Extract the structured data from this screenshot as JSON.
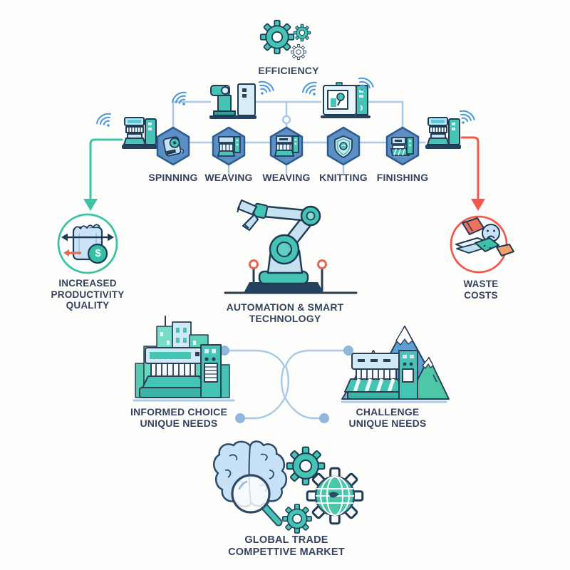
{
  "header": {
    "efficiency_label": "EFFICIENCY"
  },
  "process": {
    "stages": [
      "SPINNING",
      "WEAVING",
      "WEAVING",
      "KNITTING",
      "FINISHING"
    ]
  },
  "outcomes": {
    "positive": {
      "line1": "INCREASED",
      "line2": "PRODUCTIVITY",
      "line3": "QUALITY"
    },
    "negative": {
      "line1": "WASTE",
      "line2": "COSTS"
    }
  },
  "center": {
    "line1": "AUTOMATION & SMART",
    "line2": "TECHNOLOGY"
  },
  "demand": {
    "left": {
      "line1": "INFORMED CHOICE",
      "line2": "UNIQUE NEEDS"
    },
    "right": {
      "line1": "CHALLENGE",
      "line2": "UNIQUE NEEDS"
    }
  },
  "footer": {
    "line1": "GLOBAL TRADE",
    "line2": "COMPETTIVE MARKET"
  },
  "icons": {
    "dollar_symbol": "$",
    "names": [
      "gears-icon",
      "wifi-icon",
      "spinning-roll-icon",
      "weaving-machine-icon",
      "knitting-shield-icon",
      "finishing-machine-icon",
      "factory-machine-icon",
      "fabric-roll-dollar-icon",
      "fabric-waste-sad-face-icon",
      "robot-arm-icon",
      "city-factory-icon",
      "mountain-factory-icon",
      "brain-magnifier-icon",
      "globe-gear-icon"
    ]
  },
  "colors": {
    "teal": "#45c4b4",
    "green_accent": "#3cc3a4",
    "red_accent": "#f4584a",
    "hexagon_blue": "#5d8fc7",
    "connector_blue": "#a9cbe8",
    "navy_outline": "#1f3b56",
    "text_navy": "#35435f",
    "light_blue": "#c9e2f5",
    "mountain_blue": "#5b9fd6",
    "building_green": "#68d8be",
    "wifi_blue": "#4a98dc",
    "orange": "#f2a065"
  }
}
